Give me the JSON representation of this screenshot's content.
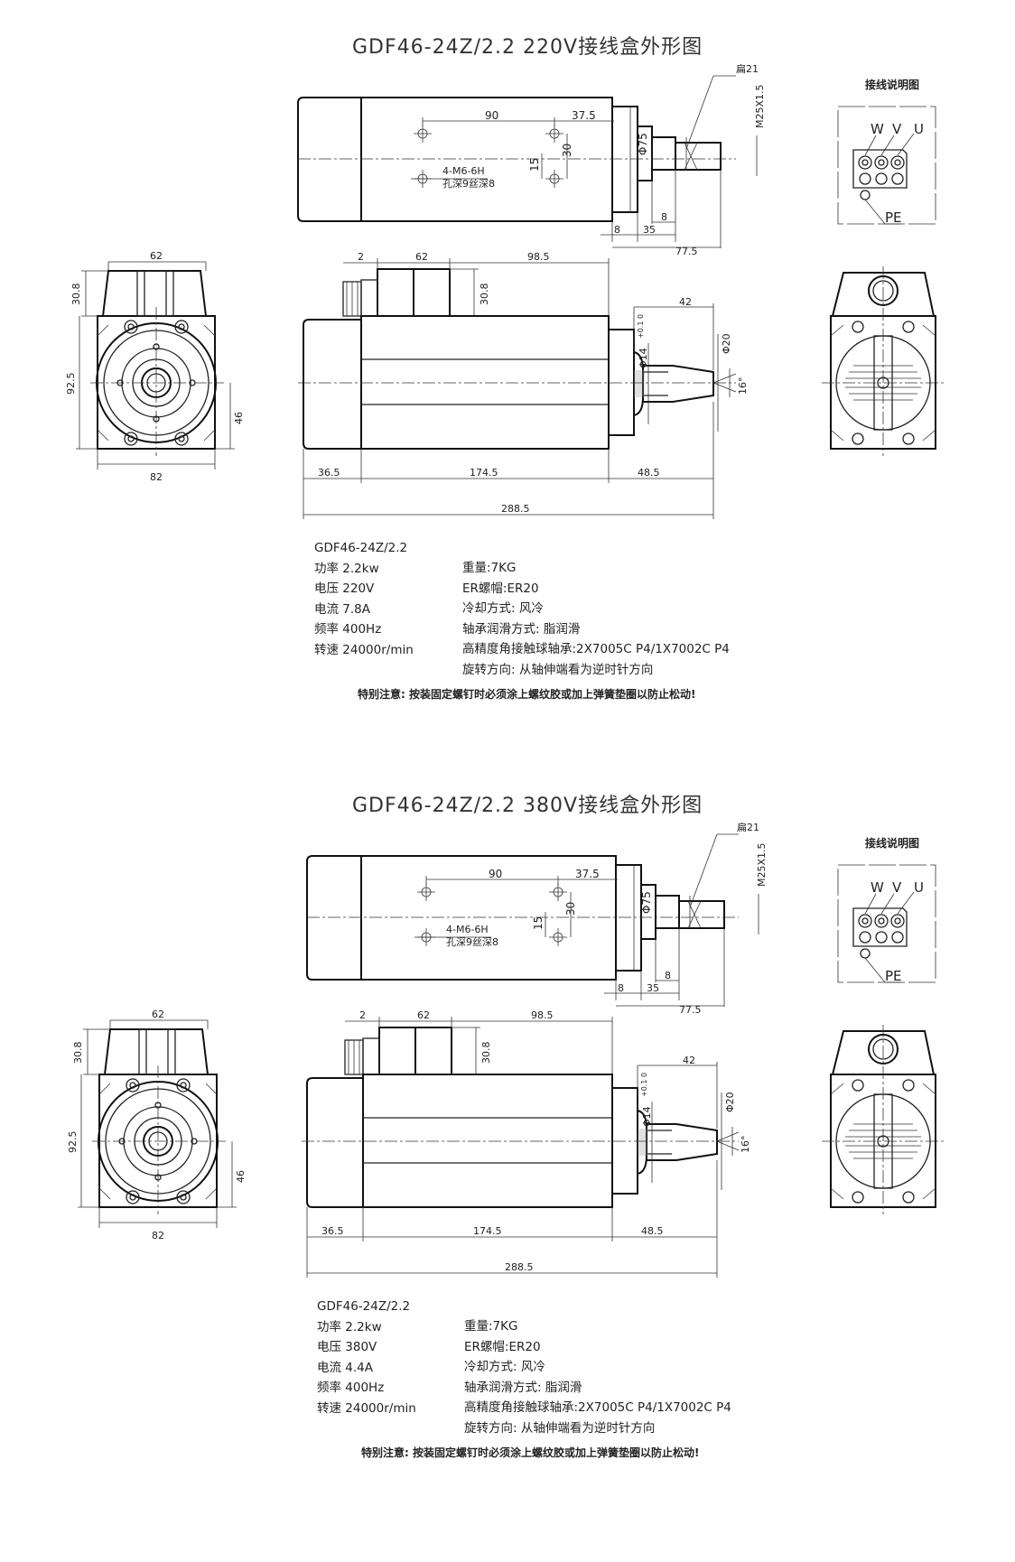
{
  "sheets": [
    {
      "title": "GDF46-24Z/2.2 220V接线盒外形图",
      "model": "GDF46-24Z/2.2",
      "power": "功率 2.2kw",
      "voltage": "电压 220V",
      "current": "电流 7.8A",
      "frequency": "频率 400Hz",
      "speed": "转速 24000r/min",
      "weight": "重量:7KG",
      "collet": "ER螺帽:ER20",
      "cooling": "冷却方式: 风冷",
      "lubrication": "轴承润滑方式: 脂润滑",
      "bearing": "高精度角接触球轴承:2X7005C P4/1X7002C P4",
      "rotation": "旋转方向: 从轴伸端看为逆时针方向",
      "note": "特别注意: 按装固定螺钉时必须涂上螺纹胶或加上弹簧垫圈以防止松动!"
    },
    {
      "title": "GDF46-24Z/2.2 380V接线盒外形图",
      "model": "GDF46-24Z/2.2",
      "power": "功率 2.2kw",
      "voltage": "电压 380V",
      "current": "电流 4.4A",
      "frequency": "频率 400Hz",
      "speed": "转速 24000r/min",
      "weight": "重量:7KG",
      "collet": "ER螺帽:ER20",
      "cooling": "冷却方式: 风冷",
      "lubrication": "轴承润滑方式: 脂润滑",
      "bearing": "高精度角接触球轴承:2X7005C P4/1X7002C P4",
      "rotation": "旋转方向: 从轴伸端看为逆时针方向",
      "note": "特别注意: 按装固定螺钉时必须涂上螺纹胶或加上弹簧垫圈以防止松动!"
    }
  ],
  "dims": {
    "d90": "90",
    "d37_5": "37.5",
    "d30": "30",
    "d15": "15",
    "d75": "Φ75",
    "hole_spec": "4-M6-6H",
    "hole_depth": "孔深9丝深8",
    "wrench": "扁21",
    "thread": "M25X1.5",
    "d8a": "8",
    "d35": "35",
    "d8b": "8",
    "d77_5": "77.5",
    "d2": "2",
    "d62": "62",
    "d98_5": "98.5",
    "d30_8": "30.8",
    "d42": "42",
    "d14": "Φ14",
    "tol": "+0.1 0",
    "d20": "Φ20",
    "d16": "16°",
    "d36_5": "36.5",
    "d174_5": "174.5",
    "d48_5": "48.5",
    "d288_5": "288.5",
    "f62": "62",
    "f30_8": "30.8",
    "f92_5": "92.5",
    "f46": "46",
    "f82": "82"
  },
  "wiring": {
    "title": "接线说明图",
    "w": "W",
    "v": "V",
    "u": "U",
    "pe": "PE"
  }
}
